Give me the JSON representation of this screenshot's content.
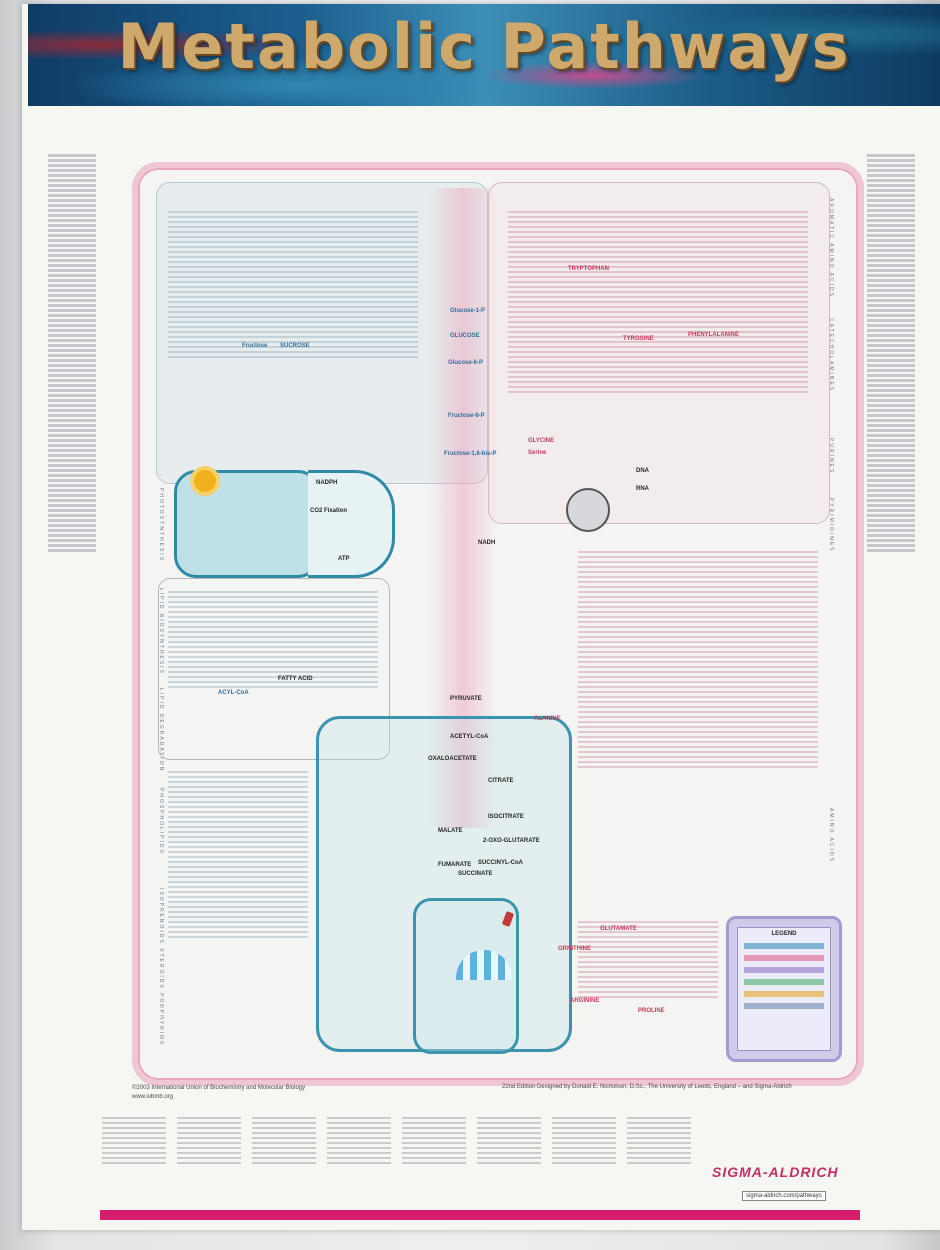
{
  "poster": {
    "title": "Metabolic Pathways",
    "brand": "SIGMA-ALDRICH",
    "url": "sigma-aldrich.com/pathways",
    "copyright": "©2003 International Union of Biochemistry and Molecular Biology",
    "copyright_url": "www.iubmb.org",
    "edition": "22nd Edition Designed by Donald E. Nicholson, D.Sc., The University of Leeds, England – and Sigma-Aldrich"
  },
  "side_labels": {
    "left": [
      "PHOTOSYNTHESIS",
      "LIPID BIOSYNTHESIS",
      "LIPID DEGRADATION",
      "PHOSPHOLIPIDS",
      "ISOPRENOIDS STEROIDS PORPHYRINS"
    ],
    "right": [
      "AROMATIC AMINO ACIDS",
      "CATECHOLAMINES",
      "PURINES",
      "PYRIMIDINES",
      "AMINO ACIDS"
    ]
  },
  "nodes": {
    "glucose": "GLUCOSE",
    "glucose6p": "Glucose-6-P",
    "glucose1p": "Glucose-1-P",
    "fructose6p": "Fructose-6-P",
    "fructose16": "Fructose-1,6-bis-P",
    "pyruvate": "PYRUVATE",
    "acetylcoa": "ACETYL-CoA",
    "oxaloacetate": "OXALOACETATE",
    "citrate": "CITRATE",
    "isocitrate": "ISOCITRATE",
    "succinate": "SUCCINATE",
    "fumarate": "FUMARATE",
    "malate": "MALATE",
    "succinylcoa": "SUCCINYL-CoA",
    "ketoglutarate": "2-OXO-GLUTARATE",
    "glycine": "GLYCINE",
    "serine": "Serine",
    "glutamate": "GLUTAMATE",
    "tryptophan": "TRYPTOPHAN",
    "tyrosine": "TYROSINE",
    "phenylalanine": "PHENYLALANINE",
    "atp": "ATP",
    "nadh": "NADH",
    "nadph": "NADPH",
    "co2": "CO2 Fixation",
    "fattyacid": "FATTY ACID",
    "acylcoa": "ACYL-CoA",
    "sucrose": "SUCROSE",
    "fructose": "Fructose",
    "dna": "DNA",
    "rna": "RNA",
    "proline": "PROLINE",
    "arginine": "ARGININE",
    "ornithine": "ORNITHINE",
    "alanine": "ALANINE",
    "legend": "LEGEND"
  }
}
